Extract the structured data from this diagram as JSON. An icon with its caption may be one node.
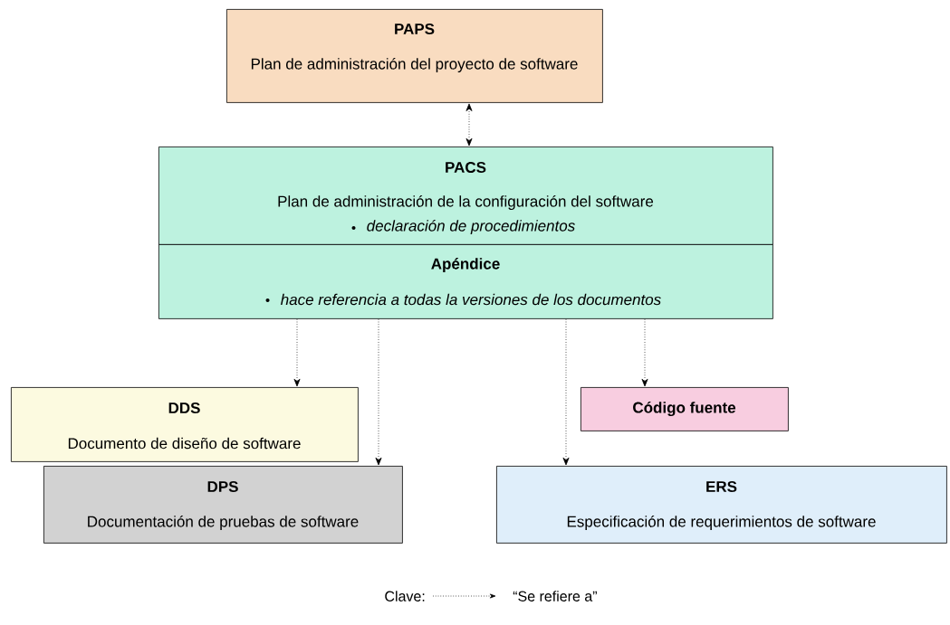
{
  "diagram": {
    "nodes": [
      {
        "text": [
          "PAPS",
          "Plan de administración del proyecto de software"
        ]
      },
      {
        "text": [
          "PACS",
          "Plan de administración de la configuración del software",
          "declaración de procedimientos"
        ]
      },
      {
        "text": [
          "Apéndice",
          "hace referencia a todas la versiones de los documentos"
        ]
      },
      {
        "text": [
          "DDS",
          "Documento de diseño de software"
        ]
      },
      {
        "text": [
          "Código fuente"
        ]
      },
      {
        "text": [
          "DPS",
          "Documentación de pruebas de software"
        ]
      },
      {
        "text": [
          "ERS",
          "Especificación de requerimientos de software"
        ]
      }
    ],
    "edges": [
      {
        "from": 0,
        "to": 1,
        "arrow": "both",
        "style": "dashed"
      },
      {
        "from": 2,
        "to": 3,
        "arrow": "to",
        "style": "dashed"
      },
      {
        "from": 2,
        "to": 5,
        "arrow": "to",
        "style": "dashed"
      },
      {
        "from": 2,
        "to": 6,
        "arrow": "to",
        "style": "dashed"
      },
      {
        "from": 2,
        "to": 4,
        "arrow": "to",
        "style": "dashed"
      }
    ],
    "labels": [
      "Clave:"
    ],
    "legend": [
      {
        "text": "“Se refiere a”"
      }
    ]
  }
}
